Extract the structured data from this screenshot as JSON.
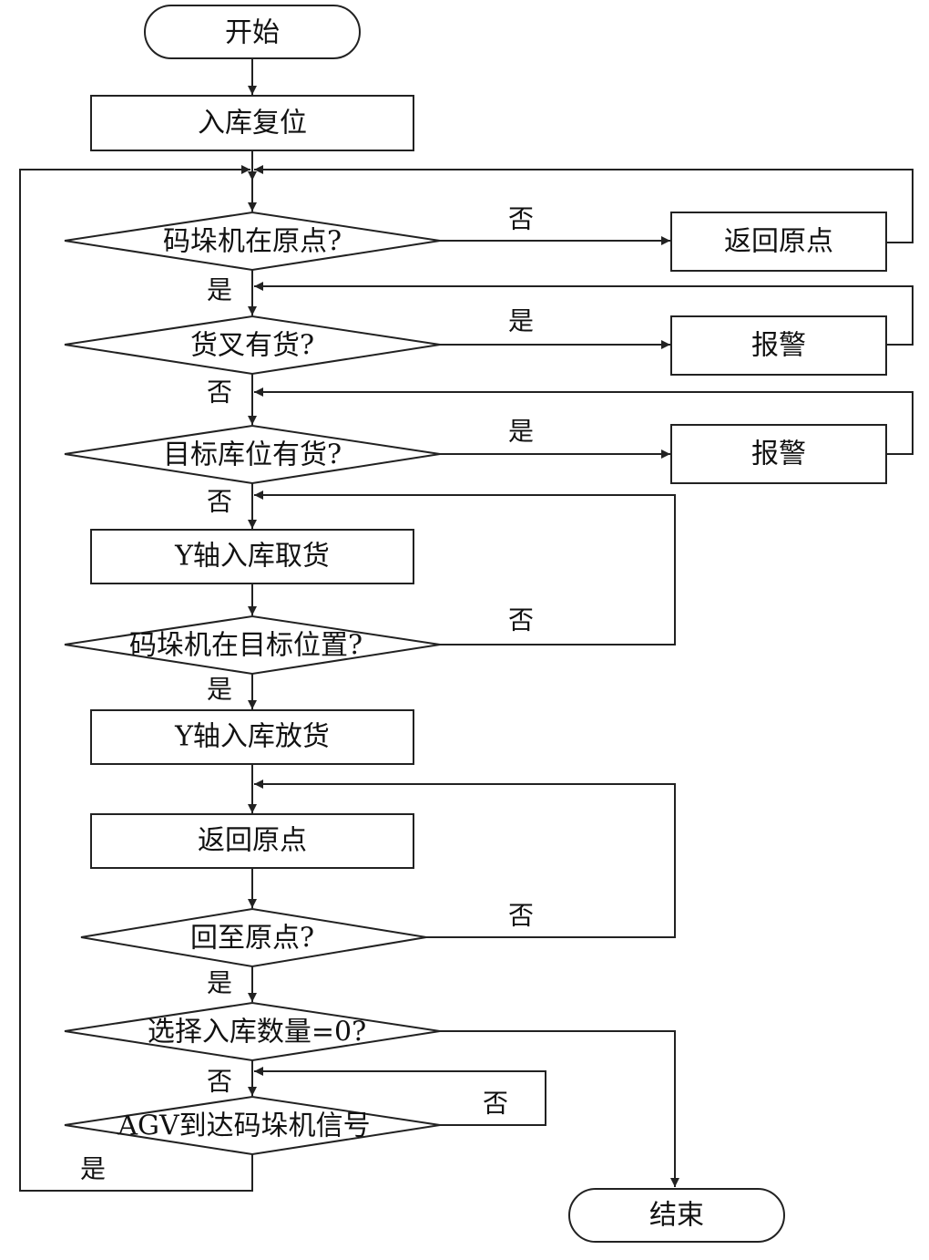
{
  "nodes": {
    "start": "开始",
    "reset": "入库复位",
    "at_origin_q": "码垛机在原点?",
    "return_origin_1": "返回原点",
    "fork_has_goods_q": "货叉有货?",
    "alarm_1": "报警",
    "target_has_goods_q": "目标库位有货?",
    "alarm_2": "报警",
    "y_pick": "Y轴入库取货",
    "at_target_q": "码垛机在目标位置?",
    "y_place": "Y轴入库放货",
    "return_origin_2": "返回原点",
    "back_origin_q": "回至原点?",
    "count_zero_q": "选择入库数量=0?",
    "agv_signal_q": "AGV到达码垛机信号",
    "end": "结束"
  },
  "edge_labels": {
    "at_origin_no": "否",
    "at_origin_yes": "是",
    "fork_yes": "是",
    "fork_no": "否",
    "target_yes": "是",
    "target_no": "否",
    "at_target_no": "否",
    "at_target_yes": "是",
    "back_origin_no": "否",
    "back_origin_yes": "是",
    "count_no": "否",
    "agv_no": "否",
    "agv_yes": "是"
  }
}
